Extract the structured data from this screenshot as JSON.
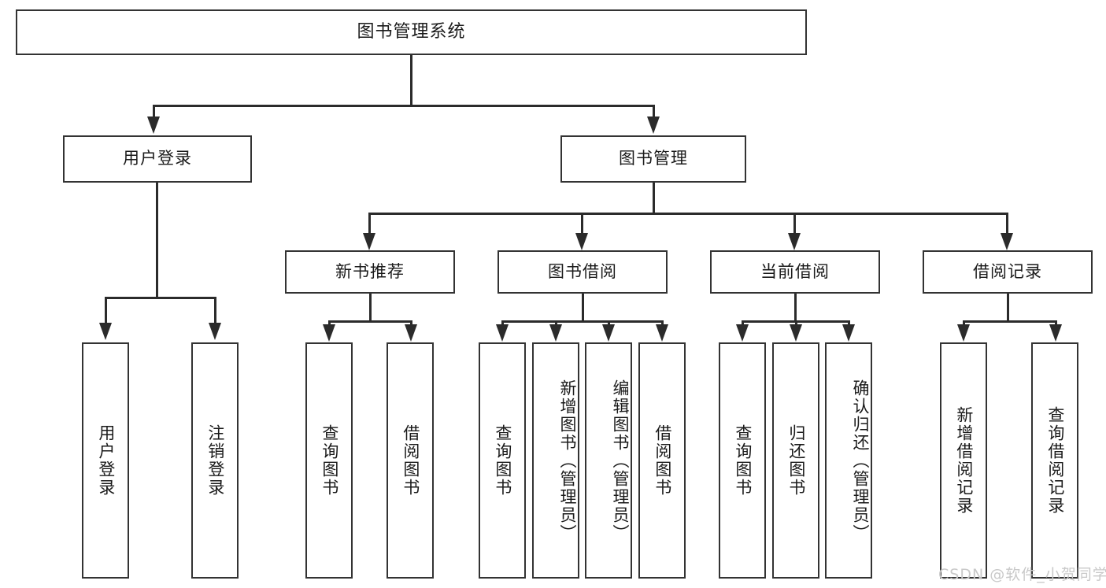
{
  "diagram": {
    "title": "图书管理系统",
    "type": "hierarchy-tree",
    "root": {
      "label": "图书管理系统"
    },
    "level2": [
      {
        "label": "用户登录"
      },
      {
        "label": "图书管理"
      }
    ],
    "level3": [
      {
        "label": "新书推荐"
      },
      {
        "label": "图书借阅"
      },
      {
        "label": "当前借阅"
      },
      {
        "label": "借阅记录"
      }
    ],
    "leaves": {
      "user_login": [
        {
          "label": "用户登录"
        },
        {
          "label": "注销登录"
        }
      ],
      "new_book_recommend": [
        {
          "label": "查询图书"
        },
        {
          "label": "借阅图书"
        }
      ],
      "book_borrow": [
        {
          "label": "查询图书"
        },
        {
          "label": "新增图书（管理员）"
        },
        {
          "label": "编辑图书（管理员）"
        },
        {
          "label": "借阅图书"
        }
      ],
      "current_borrow": [
        {
          "label": "查询图书"
        },
        {
          "label": "归还图书"
        },
        {
          "label": "确认归还（管理员）"
        }
      ],
      "borrow_record": [
        {
          "label": "新增借阅记录"
        },
        {
          "label": "查询借阅记录"
        }
      ]
    }
  },
  "watermark": {
    "text": "CSDN @软件_小贺同学"
  },
  "colors": {
    "border": "#333333",
    "line": "#2b2b2b",
    "text": "#1a1a1a",
    "background": "#ffffff",
    "watermark": "#c9c9c9"
  }
}
